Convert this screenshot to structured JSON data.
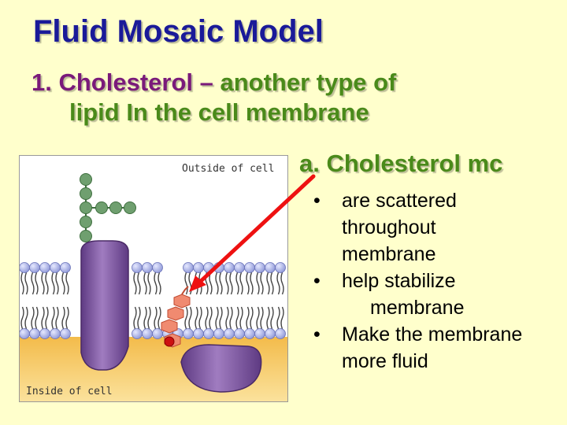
{
  "slide": {
    "title": "Fluid Mosaic Model",
    "point1": {
      "number_term": "1. Cholesterol – ",
      "rest_line1": "another type of",
      "line2": "lipid In the cell membrane"
    },
    "sub_a": "a. Cholesterol mc",
    "bullets": [
      {
        "line1": "are scattered",
        "line2": "throughout",
        "line3": "membrane"
      },
      {
        "line1": "help stabilize",
        "line2": "membrane"
      },
      {
        "line1": "Make the membrane",
        "line2": "more fluid"
      }
    ],
    "bullet_char": "•"
  },
  "diagram": {
    "outside_label": "Outside of cell",
    "inside_label": "Inside of cell"
  },
  "colors": {
    "background": "#ffffcc",
    "title": "#1a1a99",
    "cholesterol_term": "#7a1a7a",
    "green_text": "#4a8a1a",
    "arrow": "#ee1111",
    "protein": "#7a4a9a",
    "glycan": "#5f8f5f",
    "phospholipid_head": "#9aa2e0",
    "cytoplasm": "#f5c45a"
  }
}
